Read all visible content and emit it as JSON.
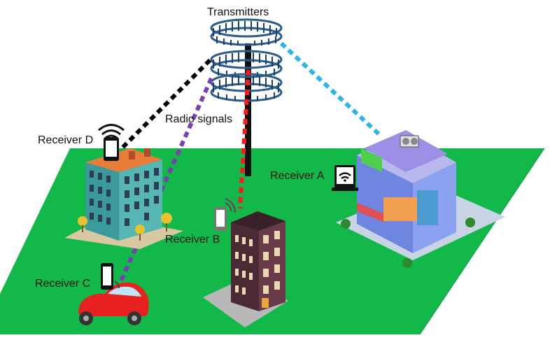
{
  "labels": {
    "transmitters": "Transmitters",
    "radio_signals": "Radio signals",
    "receiver_a": "Receiver A",
    "receiver_b": "Receiver B",
    "receiver_c": "Receiver C",
    "receiver_d": "Receiver D"
  },
  "colors": {
    "ground": "#12b94a",
    "signal_to_a": "#29b6e8",
    "signal_to_b": "#ff1a1a",
    "signal_to_c": "#7a3fb0",
    "signal_to_d": "#000000",
    "tower_coil": "#2a5d8c"
  },
  "icons": [
    "antenna-tower-icon",
    "laptop-wifi-icon",
    "smartphone-wifi-icon",
    "car-icon",
    "apartment-building-icon",
    "office-building-icon",
    "shop-building-icon"
  ]
}
